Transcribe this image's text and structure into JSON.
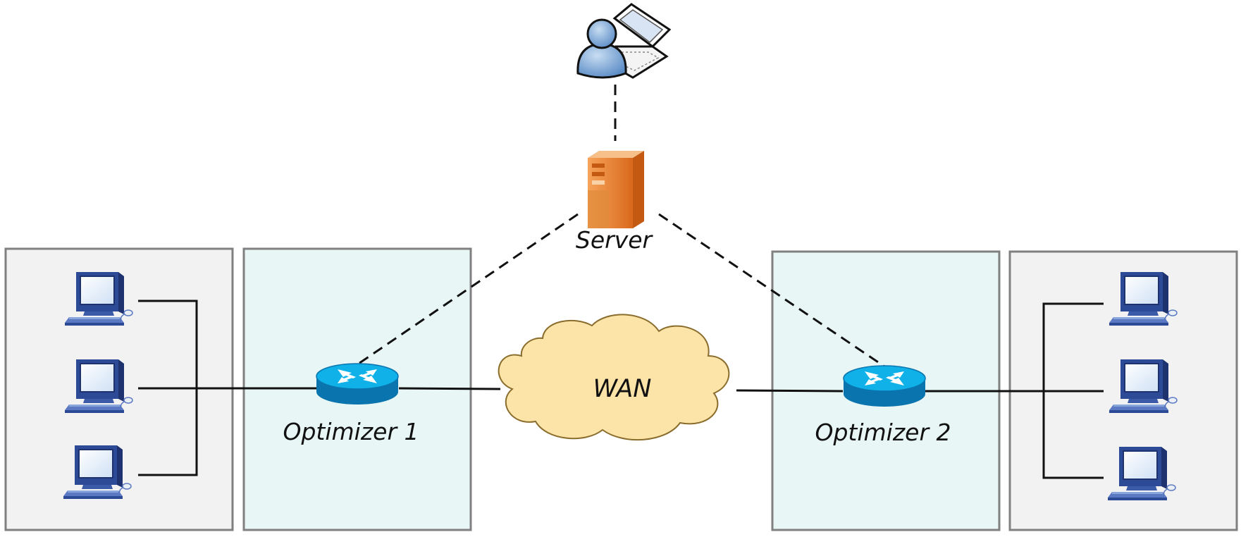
{
  "labels": {
    "server": "Server",
    "wan": "WAN",
    "optimizer_1": "Optimizer 1",
    "optimizer_2": "Optimizer 2"
  },
  "colors": {
    "client_zone_fill": "#f2f2f2",
    "optimizer_zone_fill": "#e8f6f6",
    "zone_border": "#808080",
    "cloud_fill": "#fce4a8",
    "cloud_stroke": "#8a6d2c",
    "router_top": "#0ab0e6",
    "router_side": "#0a78b0",
    "server_orange": "#e9822c",
    "pc_blue": "#2f4f9e",
    "user_blue": "#6f9fd4"
  },
  "icons": {
    "user": "user-with-laptop-icon",
    "server": "server-tower-icon",
    "router": "router-icon",
    "workstation": "desktop-computer-icon",
    "cloud": "cloud-icon"
  }
}
